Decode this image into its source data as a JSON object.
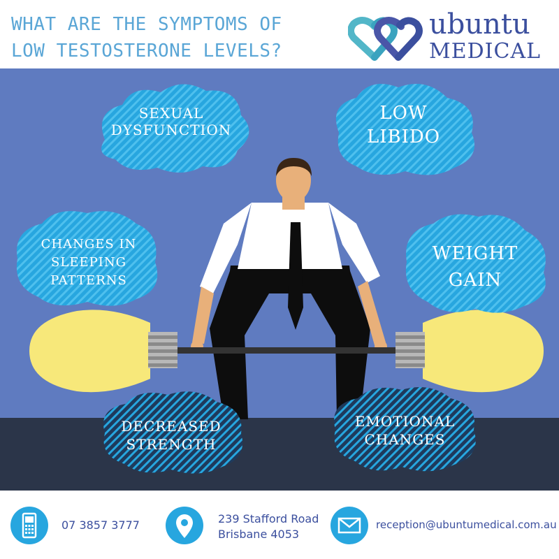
{
  "header": {
    "title_line1": "WHAT ARE THE SYMPTOMS OF",
    "title_line2": "LOW TESTOSTERONE LEVELS?",
    "brand_line1": "ubuntu",
    "brand_line2": "MEDICAL"
  },
  "symptoms": {
    "sexual": [
      "SEXUAL",
      "DYSFUNCTION"
    ],
    "libido": [
      "LOW",
      "LIBIDO"
    ],
    "sleep": [
      "CHANGES IN",
      "SLEEPING",
      "PATTERNS"
    ],
    "weight": [
      "WEIGHT",
      "GAIN"
    ],
    "strength": [
      "DECREASED",
      "STRENGTH"
    ],
    "emotional": [
      "EMOTIONAL",
      "CHANGES"
    ]
  },
  "footer": {
    "phone": "07 3857 3777",
    "address_line1": "239 Stafford Road",
    "address_line2": "Brisbane 4053",
    "email": "reception@ubuntumedical.com.au"
  },
  "icons": {
    "logo": "heart-logo-icon",
    "phone": "phone-icon",
    "location": "location-pin-icon",
    "email": "envelope-icon"
  },
  "colors": {
    "title": "#5aa6d6",
    "brand": "#3b4f9e",
    "background": "#5f7bc0",
    "ground": "#2b3549",
    "cloud": "#27a6df",
    "bulb": "#f7e87a"
  }
}
